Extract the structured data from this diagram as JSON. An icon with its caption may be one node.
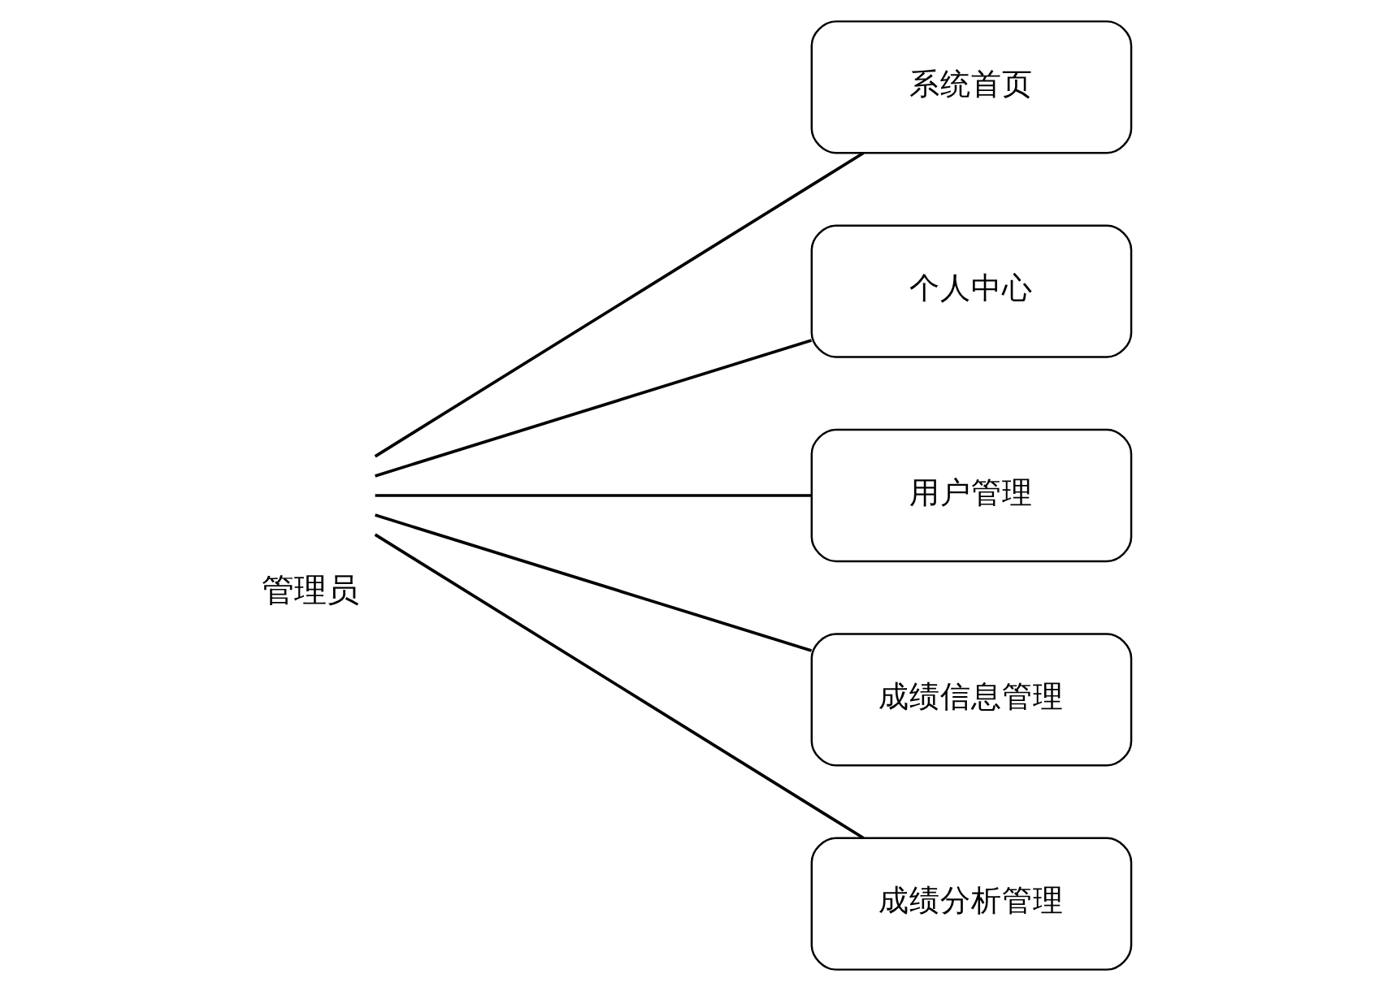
{
  "diagram": {
    "nodes": [
      {
        "text": [
          "管理员"
        ]
      },
      {
        "text": [
          "系统首页"
        ]
      },
      {
        "text": [
          "个人中心"
        ]
      },
      {
        "text": [
          "用户管理"
        ]
      },
      {
        "text": [
          "成绩信息管理"
        ]
      },
      {
        "text": [
          "成绩分析管理"
        ]
      }
    ],
    "edges": [
      {
        "from": 0,
        "to": 1,
        "arrow": "none"
      },
      {
        "from": 0,
        "to": 2,
        "arrow": "none"
      },
      {
        "from": 0,
        "to": 3,
        "arrow": "none"
      },
      {
        "from": 0,
        "to": 4,
        "arrow": "none"
      },
      {
        "from": 0,
        "to": 5,
        "arrow": "none"
      }
    ]
  }
}
